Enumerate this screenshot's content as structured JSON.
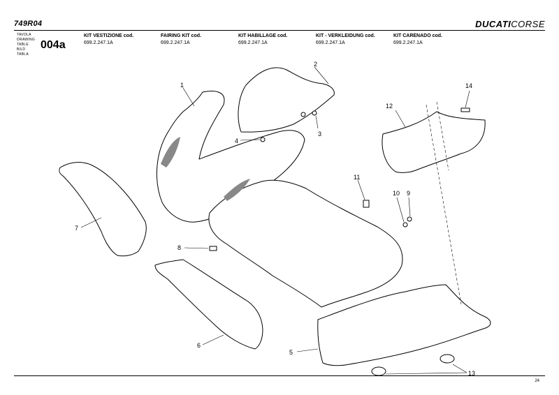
{
  "header": {
    "model": "749R04",
    "brand_bold": "DUCATI",
    "brand_light": "CORSE",
    "table_labels": [
      "TAVOLA",
      "DRAWING",
      "TABLE",
      "BILD",
      "TABLA"
    ],
    "table_number": "004a"
  },
  "kits": [
    {
      "title": "KIT VESTIZIONE cod.",
      "code": "699.2.247.1A"
    },
    {
      "title": "FAIRING KIT cod.",
      "code": "699.2.247.1A"
    },
    {
      "title": "KIT HABILLAGE cod.",
      "code": "699.2.247.1A"
    },
    {
      "title": "KIT - VERKLEIDUNG cod.",
      "code": "699.2.247.1A"
    },
    {
      "title": "KIT CARENADO cod.",
      "code": "699.2.247.1A"
    }
  ],
  "callouts": [
    "1",
    "2",
    "3",
    "4",
    "5",
    "6",
    "7",
    "8",
    "9",
    "10",
    "11",
    "12",
    "13",
    "14"
  ],
  "footer": {
    "page_number": "24"
  }
}
